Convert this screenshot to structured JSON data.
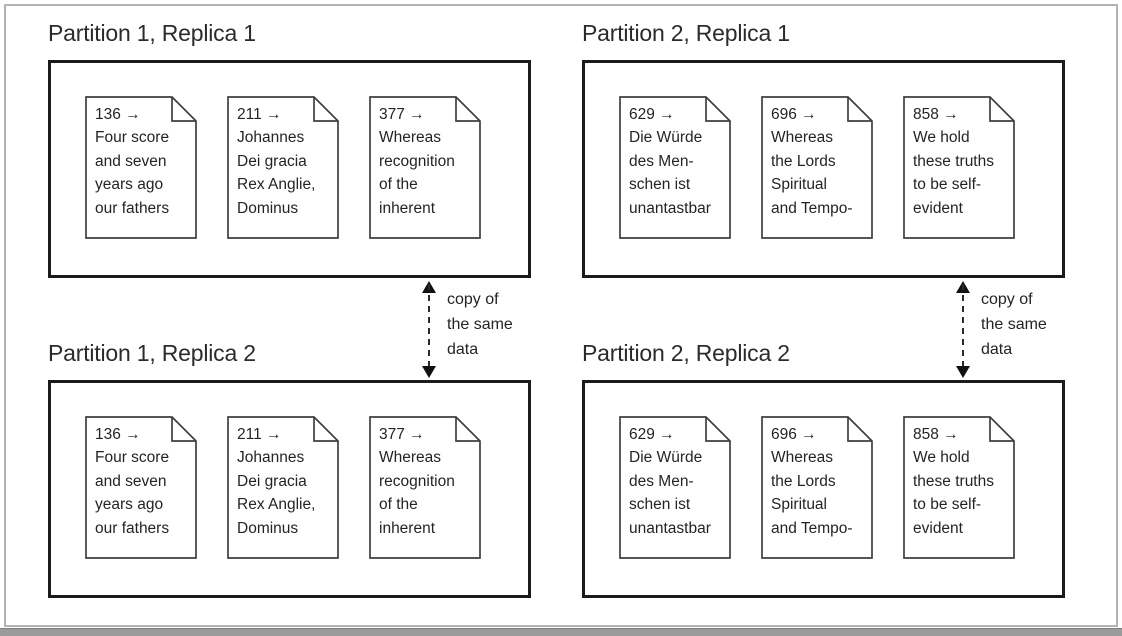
{
  "figure": {
    "colors": {
      "box_border": "#1b1b1b",
      "doc_border": "#3f3f3f",
      "text": "#242424",
      "frame_border": "#b3b3b3",
      "bottom_bar": "#9b9b9b"
    },
    "panels": [
      {
        "title": "Partition 1, Replica 1",
        "documents": [
          {
            "key": "136 →",
            "text": "Four score\nand seven\nyears ago\nour fathers"
          },
          {
            "key": "211 →",
            "text": "Johannes\nDei gracia\nRex Anglie,\nDominus"
          },
          {
            "key": "377 →",
            "text": "Whereas\nrecognition\nof the\ninherent"
          }
        ]
      },
      {
        "title": "Partition 2, Replica 1",
        "documents": [
          {
            "key": "629 →",
            "text": "Die Würde\ndes Men-\nschen ist\nunantastbar"
          },
          {
            "key": "696 →",
            "text": "Whereas\nthe Lords\nSpiritual\nand Tempo-"
          },
          {
            "key": "858 →",
            "text": "We hold\nthese truths\nto be self-\nevident"
          }
        ]
      },
      {
        "title": "Partition 1, Replica 2",
        "documents": [
          {
            "key": "136 →",
            "text": "Four score\nand seven\nyears ago\nour fathers"
          },
          {
            "key": "211 →",
            "text": "Johannes\nDei gracia\nRex Anglie,\nDominus"
          },
          {
            "key": "377 →",
            "text": "Whereas\nrecognition\nof the\ninherent"
          }
        ]
      },
      {
        "title": "Partition 2, Replica 2",
        "documents": [
          {
            "key": "629 →",
            "text": "Die Würde\ndes Men-\nschen ist\nunantastbar"
          },
          {
            "key": "696 →",
            "text": "Whereas\nthe Lords\nSpiritual\nand Tempo-"
          },
          {
            "key": "858 →",
            "text": "We hold\nthese truths\nto be self-\nevident"
          }
        ]
      }
    ],
    "connectors": [
      {
        "label": "copy of\nthe same\ndata"
      },
      {
        "label": "copy of\nthe same\ndata"
      }
    ]
  }
}
